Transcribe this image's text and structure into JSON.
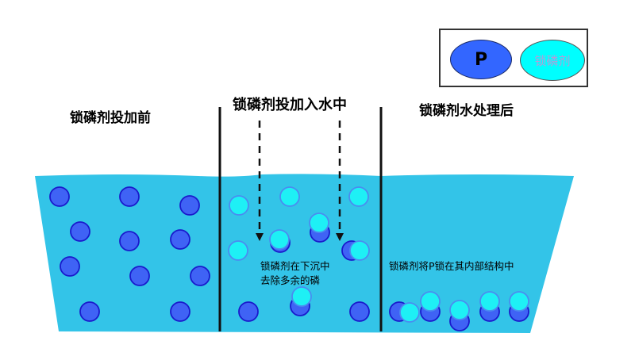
{
  "legend": {
    "phosphorus_label": "P",
    "agent_label": "锁磷剂",
    "phosphorus_color": "#3366ff",
    "agent_color": "#00ffff"
  },
  "panels": [
    {
      "title": "锁磷剂投加前"
    },
    {
      "title": "锁磷剂投加入水中",
      "note_lines": [
        "锁磷剂在下沉中",
        "去除多余的磷"
      ]
    },
    {
      "title": "锁磷剂水处理后",
      "note_lines": [
        "锁磷剂将P锁在其内部结构中"
      ]
    }
  ],
  "colors": {
    "water": "#33c4e8",
    "phosphorus": "#3f63f5",
    "phosphorus_stroke": "#1a1acc",
    "agent": "#1ef0f5",
    "agent_stroke": "#4a8cf0",
    "divider": "#111111"
  }
}
